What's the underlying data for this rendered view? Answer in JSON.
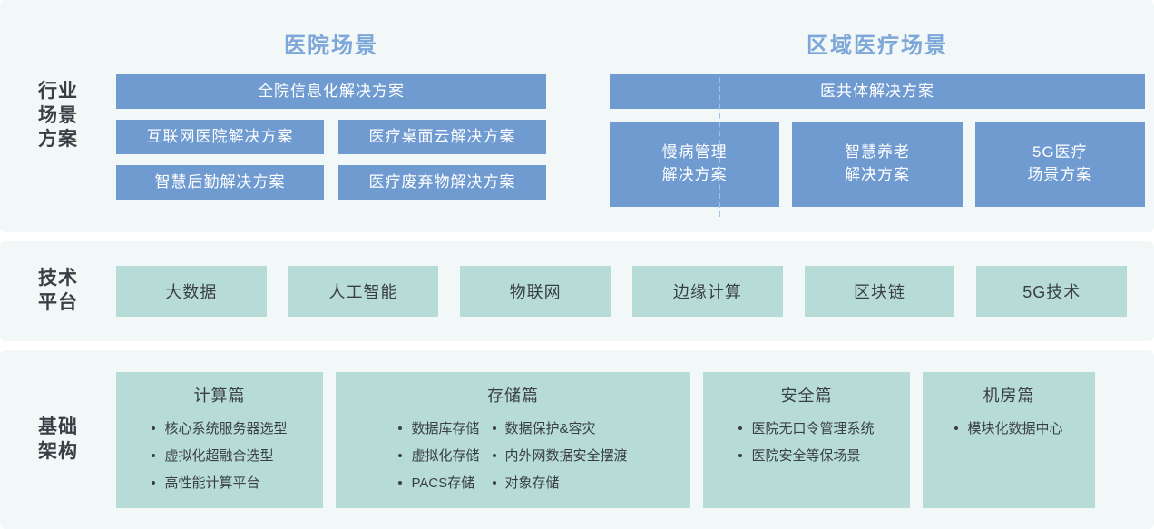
{
  "sections": [
    {
      "label": "行业\n场景\n方案",
      "groups": [
        {
          "title": "医院场景",
          "headline": "全院信息化解决方案",
          "boxes": [
            "互联网医院解决方案",
            "医疗桌面云解决方案",
            "智慧后勤解决方案",
            "医疗废弃物解决方案"
          ]
        },
        {
          "title": "区域医疗场景",
          "headline": "医共体解决方案",
          "boxes": [
            "慢病管理\n解决方案",
            "智慧养老\n解决方案",
            "5G医疗\n场景方案"
          ]
        }
      ]
    },
    {
      "label": "技术\n平台",
      "items": [
        "大数据",
        "人工智能",
        "物联网",
        "边缘计算",
        "区块链",
        "5G技术"
      ]
    },
    {
      "label": "基础\n架构",
      "cards": [
        {
          "title": "计算篇",
          "columns": [
            [
              "核心系统服务器选型",
              "虚拟化超融合选型",
              "高性能计算平台"
            ]
          ]
        },
        {
          "title": "存储篇",
          "columns": [
            [
              "数据库存储",
              "虚拟化存储",
              "PACS存储"
            ],
            [
              "数据保护&容灾",
              "内外网数据安全摆渡",
              "对象存储"
            ]
          ]
        },
        {
          "title": "安全篇",
          "columns": [
            [
              "医院无口令管理系统",
              "医院安全等保场景"
            ]
          ]
        },
        {
          "title": "机房篇",
          "columns": [
            [
              "模块化数据中心"
            ]
          ]
        }
      ]
    }
  ],
  "colors": {
    "panel_bg": "#f2f8f8",
    "blue_box": "#6f9bd1",
    "teal_box": "#b7dcd7",
    "group_title": "#7da7d9",
    "text_dark": "#3a3f45",
    "divider": "#9ec1e8"
  }
}
